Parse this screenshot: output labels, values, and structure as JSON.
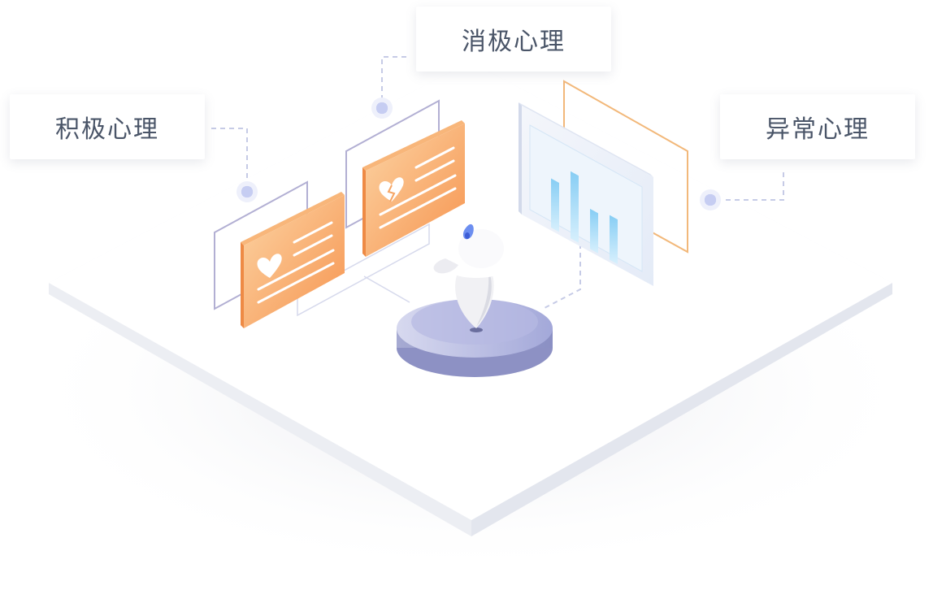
{
  "labels": {
    "positive": "积极心理",
    "negative": "消极心理",
    "abnormal": "异常心理"
  },
  "colors": {
    "platform": "#ffffff",
    "card_orange": "#f7a15f",
    "card_orange_light": "#fcd7a9",
    "frame_purple": "#b4b2d6",
    "frame_orange": "#f2b87a",
    "screen_blue": "#9dd6f5",
    "pedestal": "#aeb2dc",
    "connector_dot": "#d9ddf5",
    "text": "#4a5568"
  },
  "icons": {
    "positive_card": "heart-icon",
    "negative_card": "broken-heart-icon",
    "abnormal_screen": "bar-chart-icon"
  },
  "robot_indicator_color": "#6c8ef0",
  "abnormal_chart_bars": [
    0.55,
    0.75,
    0.45,
    0.5
  ]
}
